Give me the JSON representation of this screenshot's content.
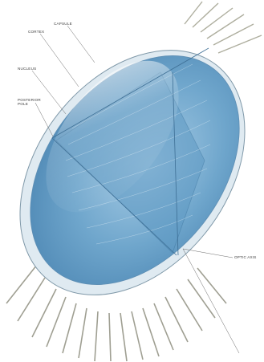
{
  "labels": {
    "capsule": "CAPSULE",
    "cortex": "CORTEX",
    "nucleus": "NUCLEUS",
    "posterior_pole_line1": "POSTERIOR",
    "posterior_pole_line2": "POLE",
    "optic_axis": "OPTIC AXIS"
  },
  "colors": {
    "lens_blue": "#7fb2d4",
    "lens_deep": "#4d8cb8",
    "lens_light": "#cfe4f1",
    "fiber_line": "#8a8a7a",
    "leader_line": "#6a6a6a"
  }
}
